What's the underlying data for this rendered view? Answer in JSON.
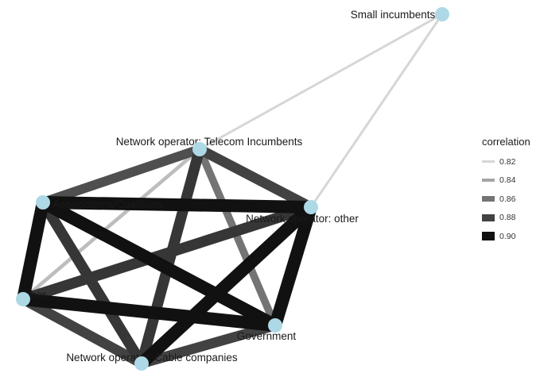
{
  "nodes": [
    {
      "id": "small",
      "label": "Small incumbents"
    },
    {
      "id": "telecom",
      "label": "Network operator: Telecom Incumbents"
    },
    {
      "id": "assoc",
      "label": "Associations/Coalitions"
    },
    {
      "id": "netother",
      "label": "Network operator: other"
    },
    {
      "id": "other",
      "label": "Other"
    },
    {
      "id": "gov",
      "label": "Government"
    },
    {
      "id": "cable",
      "label": "Network operator: Cable companies"
    }
  ],
  "edges": [
    {
      "source": "small",
      "target": "telecom",
      "correlation": 0.82
    },
    {
      "source": "small",
      "target": "netother",
      "correlation": 0.82
    },
    {
      "source": "telecom",
      "target": "assoc",
      "correlation": 0.875
    },
    {
      "source": "telecom",
      "target": "netother",
      "correlation": 0.88
    },
    {
      "source": "telecom",
      "target": "other",
      "correlation": 0.83
    },
    {
      "source": "telecom",
      "target": "gov",
      "correlation": 0.86
    },
    {
      "source": "telecom",
      "target": "cable",
      "correlation": 0.885
    },
    {
      "source": "assoc",
      "target": "netother",
      "correlation": 0.9
    },
    {
      "source": "assoc",
      "target": "other",
      "correlation": 0.9
    },
    {
      "source": "assoc",
      "target": "gov",
      "correlation": 0.9
    },
    {
      "source": "assoc",
      "target": "cable",
      "correlation": 0.885
    },
    {
      "source": "netother",
      "target": "other",
      "correlation": 0.885
    },
    {
      "source": "netother",
      "target": "gov",
      "correlation": 0.9
    },
    {
      "source": "netother",
      "target": "cable",
      "correlation": 0.9
    },
    {
      "source": "other",
      "target": "gov",
      "correlation": 0.9
    },
    {
      "source": "other",
      "target": "cable",
      "correlation": 0.88
    },
    {
      "source": "gov",
      "target": "cable",
      "correlation": 0.88
    }
  ],
  "node_color": "#add8e6",
  "legend": {
    "title": "correlation",
    "items": [
      {
        "label": "0.82",
        "value": 0.82
      },
      {
        "label": "0.84",
        "value": 0.84
      },
      {
        "label": "0.86",
        "value": 0.86
      },
      {
        "label": "0.88",
        "value": 0.88
      },
      {
        "label": "0.90",
        "value": 0.9
      }
    ]
  }
}
